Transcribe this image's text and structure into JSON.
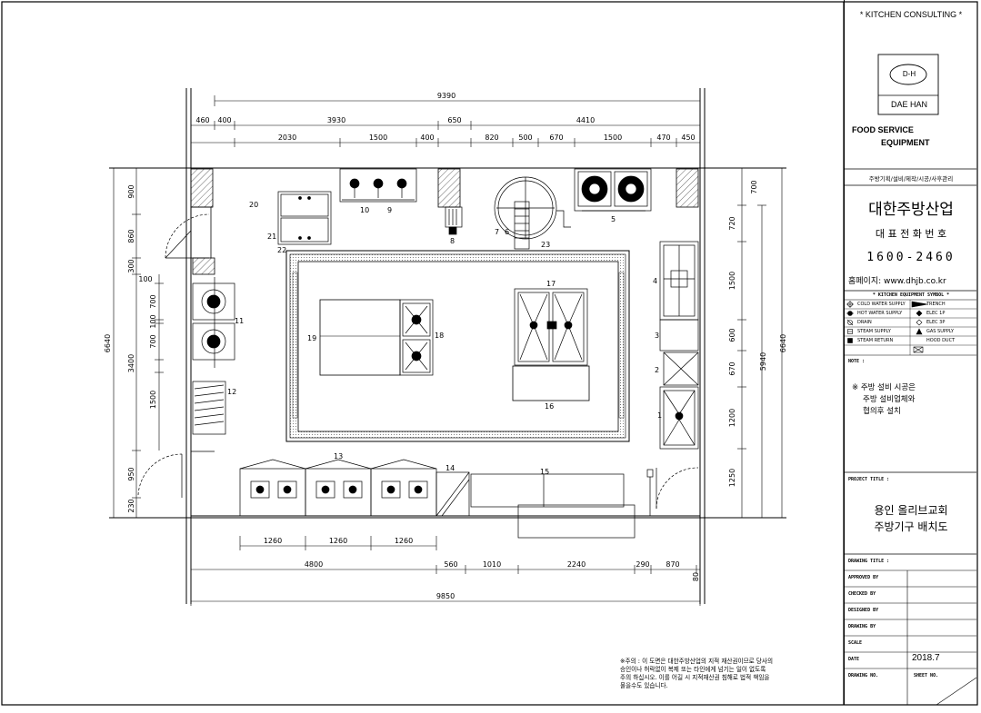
{
  "title_block": {
    "company_banner": "* KITCHEN CONSULTING *",
    "logo_mark": "D-H",
    "logo_name": "DAE HAN",
    "tagline_1": "FOOD SERVICE",
    "tagline_2": "EQUIPMENT",
    "services": "주방기획/설비/제작/시공/사후관리",
    "company_name": "대한주방산업",
    "phone_label": "대 표 전 화 번 호",
    "phone": "1600-2460",
    "homepage": "홈페이지: www.dhjb.co.kr",
    "legend_title": "* KITCHEN EQUIPMENT SYMBOL *",
    "legend": [
      {
        "left": "COLD WATER SUPPLY",
        "right": "TRENCH"
      },
      {
        "left": "HOT WATER SUPPLY",
        "right": "ELEC 1P"
      },
      {
        "left": "DRAIN",
        "right": "ELEC 3P"
      },
      {
        "left": "STEAM SUPPLY",
        "right": "GAS SUPPLY"
      },
      {
        "left": "STEAM RETURN",
        "right": "HOOD DUCT"
      }
    ],
    "note_label": "NOTE :",
    "note_1": "※ 주방 설비 시공은",
    "note_2": "주방 설비업체와",
    "note_3": "협의후 설치",
    "project_label": "PROJECT TITLE :",
    "project_1": "용인 올리브교회",
    "project_2": "주방기구 배치도",
    "drawing_title_label": "DRAWING TITLE :",
    "approved_by": "APPROVED BY",
    "checked_by": "CHECKED BY",
    "designed_by": "DESIGNED BY",
    "drawing_by": "DRAWING BY",
    "scale": "SCALE",
    "date_label": "DATE",
    "date_value": "2018.7",
    "drawing_no": "DRAWING NO.",
    "sheet_no": "SHEET NO."
  },
  "notice": {
    "line1": "※주의 : 이 도면은 대한주방산업의 지적 재산권이므로 당사의",
    "line2": "승인이나 허락없이 복제 또는 타인에게 넘기는 일이 없도록",
    "line3": "주의 하십시오. 이를 어길 시 지적재산권 침해로 법적 책임을",
    "line4": "물을수도 있습니다."
  },
  "dims": {
    "top_total": "9390",
    "top_a1": "460",
    "top_a2": "400",
    "top_a3": "3930",
    "top_a4": "650",
    "top_a5": "4410",
    "top_b1": "2030",
    "top_b2": "1500",
    "top_b3": "400",
    "top_b4": "820",
    "top_b5": "500",
    "top_b6": "670",
    "top_b7": "1500",
    "top_b8": "470",
    "top_b9": "450",
    "bot_1": "1260",
    "bot_2": "1260",
    "bot_3": "1260",
    "bot_4": "4800",
    "bot_5": "560",
    "bot_6": "1010",
    "bot_7": "2240",
    "bot_8": "290",
    "bot_9": "870",
    "bot_10": "80",
    "bot_total": "9850",
    "left_total": "6640",
    "left_1": "900",
    "left_2": "860",
    "left_3": "300",
    "left_4": "100",
    "left_5": "700",
    "left_6": "100",
    "left_7": "700",
    "left_8": "3400",
    "left_9": "1500",
    "left_10": "950",
    "left_11": "230",
    "right_total_out": "6640",
    "right_total_in": "5940",
    "right_1": "700",
    "right_2": "720",
    "right_3": "1500",
    "right_4": "600",
    "right_5": "670",
    "right_6": "1200",
    "right_7": "1250"
  },
  "tags": {
    "t1": "1",
    "t2": "2",
    "t3": "3",
    "t4": "4",
    "t5": "5",
    "t6": "6",
    "t7": "7",
    "t8": "8",
    "t9": "9",
    "t10": "10",
    "t11": "11",
    "t12": "12",
    "t13": "13",
    "t14": "14",
    "t15": "15",
    "t16": "16",
    "t17": "17",
    "t18": "18",
    "t19": "19",
    "t20": "20",
    "t21": "21",
    "t22": "22",
    "t23": "23"
  }
}
